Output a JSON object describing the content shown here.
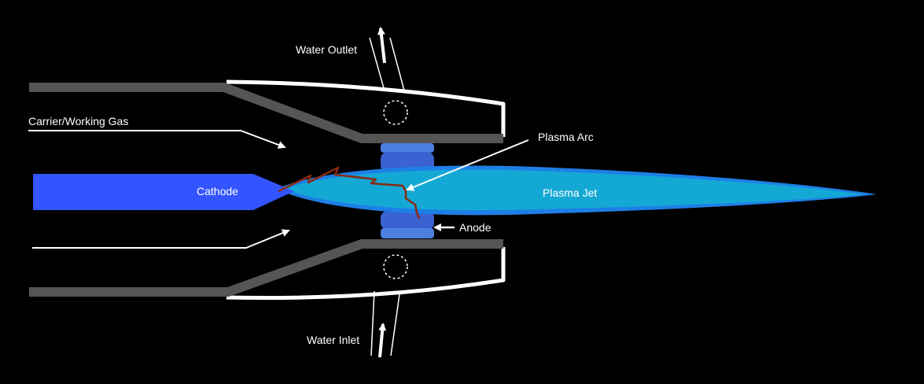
{
  "labels": {
    "water_outlet": "Water Outlet",
    "water_inlet": "Water Inlet",
    "carrier_gas": "Carrier/Working Gas",
    "cathode": "Cathode",
    "plasma_arc": "Plasma Arc",
    "plasma_jet": "Plasma Jet",
    "anode": "Anode"
  },
  "colors": {
    "background": "#000000",
    "nozzle_wall": "#555555",
    "cathode": "#3355ff",
    "anode": "#3f6fd6",
    "plasma_jet": "#14a8d4",
    "plasma_glow": "#1e7fe6",
    "arc": "#8a2a10",
    "lines": "#ffffff"
  }
}
